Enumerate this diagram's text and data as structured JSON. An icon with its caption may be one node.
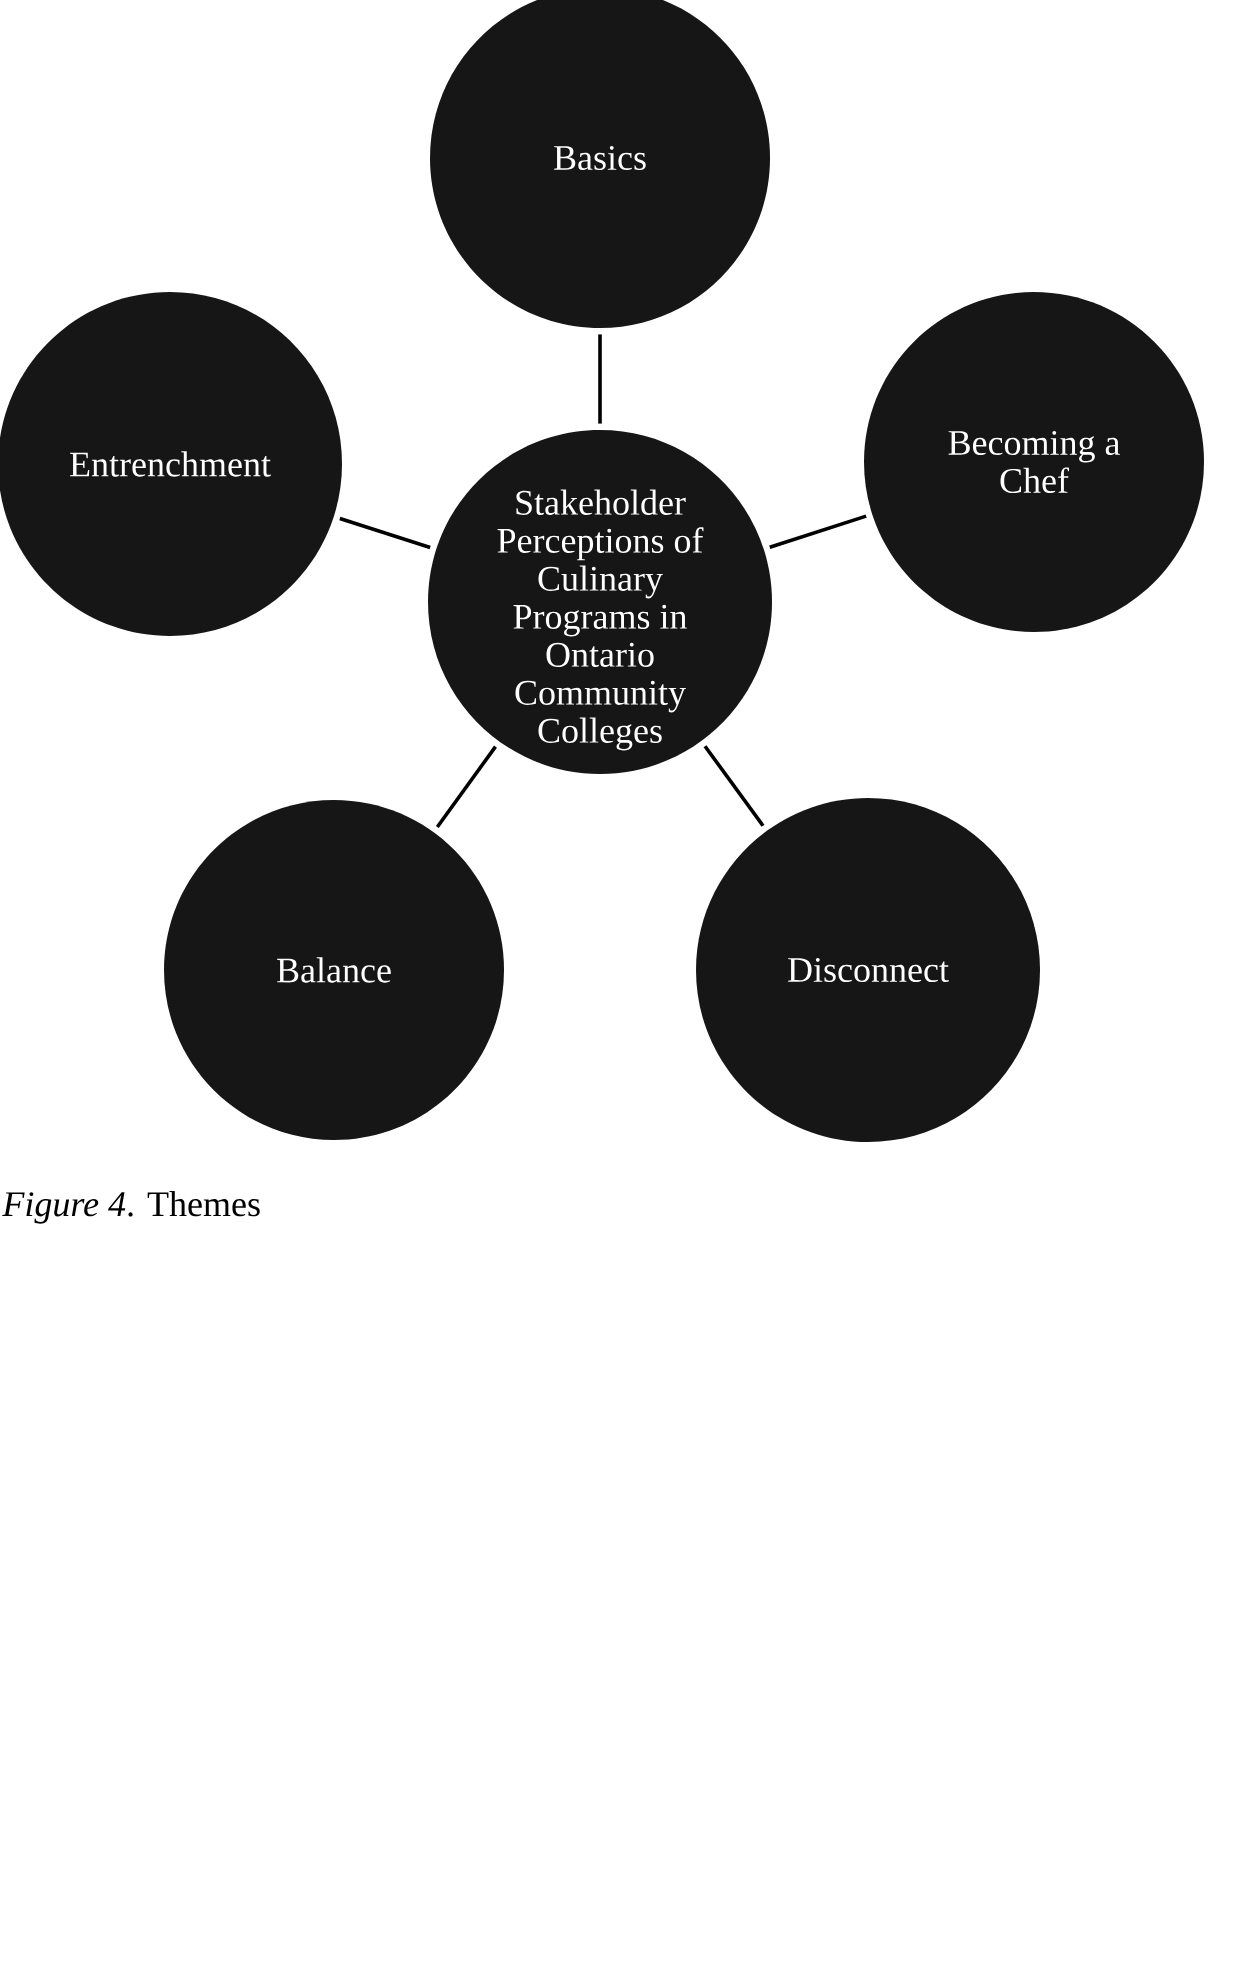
{
  "diagram": {
    "caption": "*Figure 4*. Themes",
    "nodes": [
      {
        "text": [
          "Basics"
        ]
      },
      {
        "text": [
          "Entrenchment"
        ]
      },
      {
        "text": [
          "Becoming a Chef"
        ]
      },
      {
        "text": [
          "Stakeholder Perceptions of Culinary Programs in Ontario Community Colleges"
        ]
      },
      {
        "text": [
          "Balance"
        ]
      },
      {
        "text": [
          "Disconnect"
        ]
      }
    ],
    "edges": [
      {
        "from": 3,
        "to": 0,
        "arrow": "none"
      },
      {
        "from": 3,
        "to": 1,
        "arrow": "none"
      },
      {
        "from": 3,
        "to": 2,
        "arrow": "none"
      },
      {
        "from": 3,
        "to": 4,
        "arrow": "none"
      },
      {
        "from": 3,
        "to": 5,
        "arrow": "none"
      }
    ]
  }
}
